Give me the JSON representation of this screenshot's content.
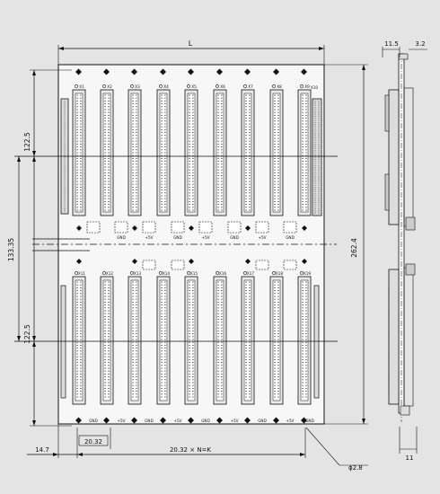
{
  "dimensions": {
    "width_label": "L",
    "top_height": "122.5",
    "middle_height": "133.35",
    "bottom_height": "122.5",
    "total_height": "262.4",
    "left_offset": "14.7",
    "pitch": "20.32",
    "span_formula": "20.32 × N=K",
    "hole_diameter": "ϕ2.8",
    "side_thickness": "11.5",
    "side_offset": "3.2",
    "side_depth": "11"
  },
  "top_row": {
    "slot_labels": [
      "X1",
      "X2",
      "X3",
      "X4",
      "X5",
      "X6",
      "X7",
      "X8",
      "X9"
    ],
    "voltage_labels": [
      "GND",
      "+5V",
      "GND",
      "+5V",
      "GND",
      "+5V",
      "GND"
    ],
    "connector_label": "X10"
  },
  "bottom_row": {
    "slot_labels": [
      "X11",
      "X12",
      "X13",
      "X14",
      "X15",
      "X16",
      "X17",
      "X18",
      "X19"
    ],
    "voltage_labels": [
      "GND",
      "+5V",
      "GND",
      "+5V",
      "GND",
      "+5V",
      "GND",
      "+5V",
      "GND"
    ]
  },
  "colors": {
    "board": "#f7f7f7",
    "line": "#111111",
    "background": "#e4e4e4"
  }
}
